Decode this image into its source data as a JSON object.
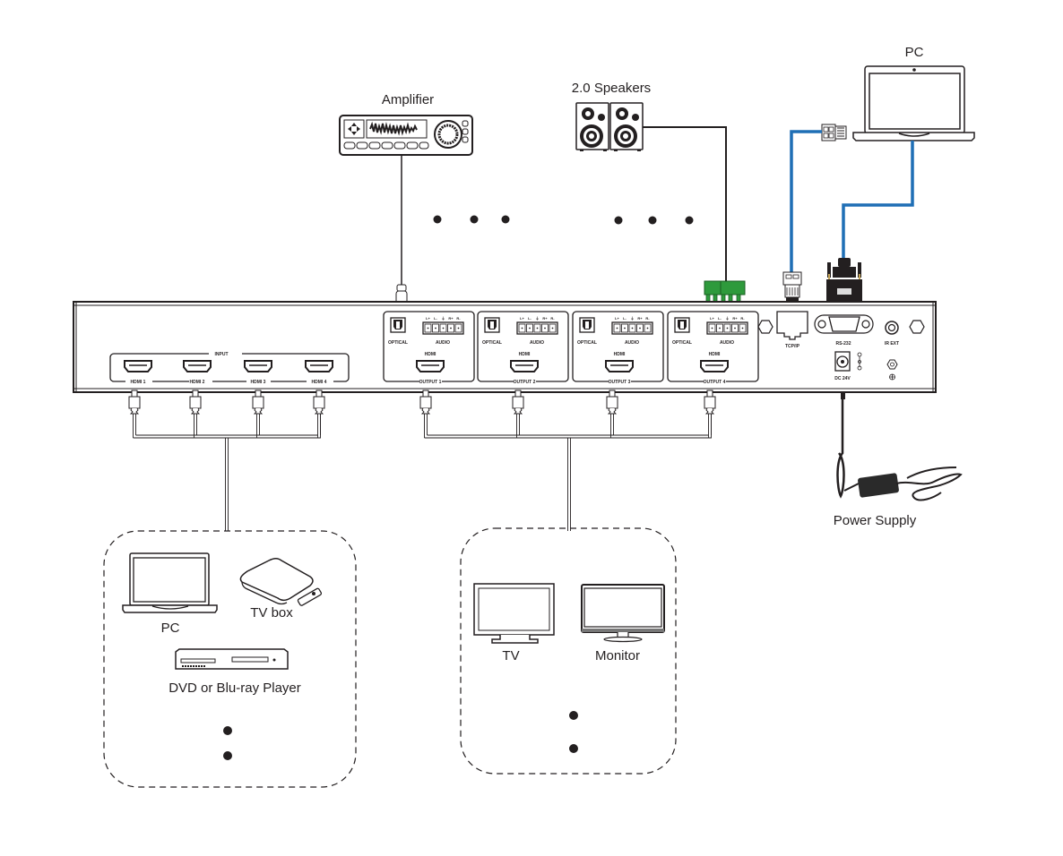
{
  "title": "HDMI Matrix Connection Diagram",
  "colors": {
    "line": "#231f20",
    "network_cable": "#1f6fb5",
    "terminal_green": "#2e9a3c",
    "device_fill": "#ffffff"
  },
  "top_devices": {
    "amplifier": "Amplifier",
    "speakers": "2.0 Speakers",
    "pc": "PC",
    "power_supply": "Power Supply"
  },
  "panel": {
    "input_group_label": "INPUT",
    "inputs": [
      "HDMI 1",
      "HDMI 2",
      "HDMI 3",
      "HDMI 4"
    ],
    "outputs": [
      {
        "name": "OUTPUT 1",
        "optical": "OPTICAL",
        "audio": "AUDIO",
        "hdmi": "HDMI",
        "pins": [
          "L+",
          "L-",
          "⏚",
          "R+",
          "R-"
        ]
      },
      {
        "name": "OUTPUT 2",
        "optical": "OPTICAL",
        "audio": "AUDIO",
        "hdmi": "HDMI",
        "pins": [
          "L+",
          "L-",
          "⏚",
          "R+",
          "R-"
        ]
      },
      {
        "name": "OUTPUT 3",
        "optical": "OPTICAL",
        "audio": "AUDIO",
        "hdmi": "HDMI",
        "pins": [
          "L+",
          "L-",
          "⏚",
          "R+",
          "R-"
        ]
      },
      {
        "name": "OUTPUT 4",
        "optical": "OPTICAL",
        "audio": "AUDIO",
        "hdmi": "HDMI",
        "pins": [
          "L+",
          "L-",
          "⏚",
          "R+",
          "R-"
        ]
      }
    ],
    "tcpip": "TCP/IP",
    "rs232": "RS-232",
    "ir_ext": "IR EXT",
    "dc": "DC 24V"
  },
  "source_group": {
    "devices": [
      "PC",
      "TV box",
      "DVD or Blu-ray Player"
    ],
    "more": "•"
  },
  "display_group": {
    "devices": [
      "TV",
      "Monitor"
    ],
    "more": "•"
  }
}
